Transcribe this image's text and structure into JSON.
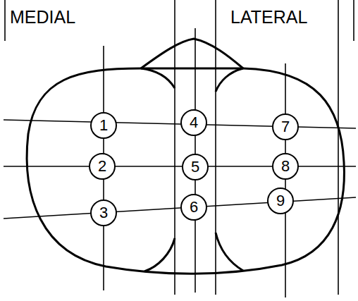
{
  "diagram": {
    "nodes": [
      {
        "text": [
          "1"
        ]
      },
      {
        "text": [
          "2"
        ]
      },
      {
        "text": [
          "3"
        ]
      },
      {
        "text": [
          "4"
        ]
      },
      {
        "text": [
          "5"
        ]
      },
      {
        "text": [
          "6"
        ]
      },
      {
        "text": [
          "7"
        ]
      },
      {
        "text": [
          "8"
        ]
      },
      {
        "text": [
          "9"
        ]
      }
    ],
    "labels": [
      "MEDIAL",
      "LATERAL"
    ]
  }
}
